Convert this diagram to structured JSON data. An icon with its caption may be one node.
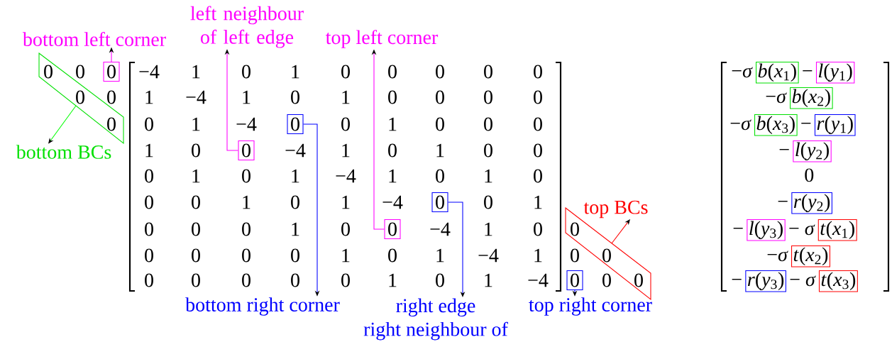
{
  "diagram": {
    "nodes": [
      {
        "text": [
          "bottom left corner"
        ]
      },
      {
        "text": [
          "left neighbour of left edge"
        ]
      },
      {
        "text": [
          "top left corner"
        ]
      },
      {
        "text": [
          "bottom right corner"
        ]
      },
      {
        "text": [
          "right edge",
          "right neighbour of"
        ]
      },
      {
        "text": [
          "top right corner"
        ]
      },
      {
        "text": [
          "bottom BCs"
        ]
      },
      {
        "text": [
          "top BCs"
        ]
      },
      {
        "text": [],
        "shape": "parallelogram"
      },
      {
        "text": [
          "0"
        ]
      },
      {
        "text": [
          "0"
        ]
      },
      {
        "text": [
          "0"
        ]
      },
      {
        "text": [
          "0"
        ]
      },
      {
        "text": [
          "0"
        ]
      },
      {
        "text": [],
        "shape": "parallelogram"
      },
      {
        "text": [
          "0"
        ]
      },
      {
        "text": [
          "*b*(*x*$_{1}$)"
        ]
      },
      {
        "text": [
          "*l*(*y*$_{1}$)"
        ]
      },
      {
        "text": [
          "*b*(*x*$_{2}$)"
        ]
      },
      {
        "text": [
          "*b*(*x*$_{3}$)"
        ]
      },
      {
        "text": [
          "*r*(*y*$_{1}$)"
        ]
      },
      {
        "text": [
          "*l*(*y*$_{2}$)"
        ]
      },
      {
        "text": [
          "*r*(*y*$_{2}$)"
        ]
      },
      {
        "text": [
          "*l*(*y*$_{3}$)"
        ]
      },
      {
        "text": [
          "*t*(*x*$_{1}$)"
        ]
      },
      {
        "text": [
          "*t*(*x*$_{2}$)"
        ]
      },
      {
        "text": [
          "*r*(*y*$_{3}$)"
        ]
      },
      {
        "text": [
          "*t*(*x*$_{3}$)"
        ]
      }
    ],
    "edges": [
      {
        "from": 9,
        "to": 0,
        "arrow": "to",
        "color": "#ff00ff"
      },
      {
        "from": 10,
        "to": 1,
        "arrow": "to",
        "color": "#ff00ff"
      },
      {
        "from": 11,
        "to": 2,
        "arrow": "to",
        "color": "#ff00ff"
      },
      {
        "from": 12,
        "to": 3,
        "arrow": "to",
        "color": "#0000ff"
      },
      {
        "from": 13,
        "to": 4,
        "arrow": "to",
        "color": "#0000ff"
      },
      {
        "from": 15,
        "to": 5,
        "arrow": "to",
        "color": "#0000ff"
      },
      {
        "from": 8,
        "to": 6,
        "arrow": "to",
        "color": "#00ff00"
      },
      {
        "from": 14,
        "to": 7,
        "arrow": "to",
        "color": "#ff0000"
      }
    ],
    "labels": [
      "0",
      "0",
      "0",
      "0",
      "0",
      "−4",
      "1",
      "0",
      "1",
      "0",
      "0",
      "0",
      "0",
      "0",
      "1",
      "−4",
      "1",
      "0",
      "1",
      "0",
      "0",
      "0",
      "0",
      "0",
      "1",
      "−4",
      "0",
      "1",
      "0",
      "0",
      "0",
      "1",
      "0",
      "−4",
      "1",
      "0",
      "1",
      "0",
      "0",
      "0",
      "1",
      "0",
      "1",
      "−4",
      "1",
      "0",
      "1",
      "0",
      "0",
      "0",
      "1",
      "0",
      "1",
      "−4",
      "0",
      "1",
      "0",
      "0",
      "0",
      "1",
      "0",
      "−4",
      "1",
      "0",
      "0",
      "0",
      "0",
      "0",
      "1",
      "0",
      "1",
      "−4",
      "1",
      "0",
      "0",
      "0",
      "0",
      "0",
      "1",
      "0",
      "1",
      "−4",
      "0",
      "0",
      "0",
      "0",
      "0",
      "−*σ*",
      "−",
      "−*σ*",
      "−*σ*",
      "−",
      "−",
      "0",
      "−",
      "−",
      "− *σ*",
      "−*σ*",
      "−",
      "− *σ*"
    ]
  }
}
